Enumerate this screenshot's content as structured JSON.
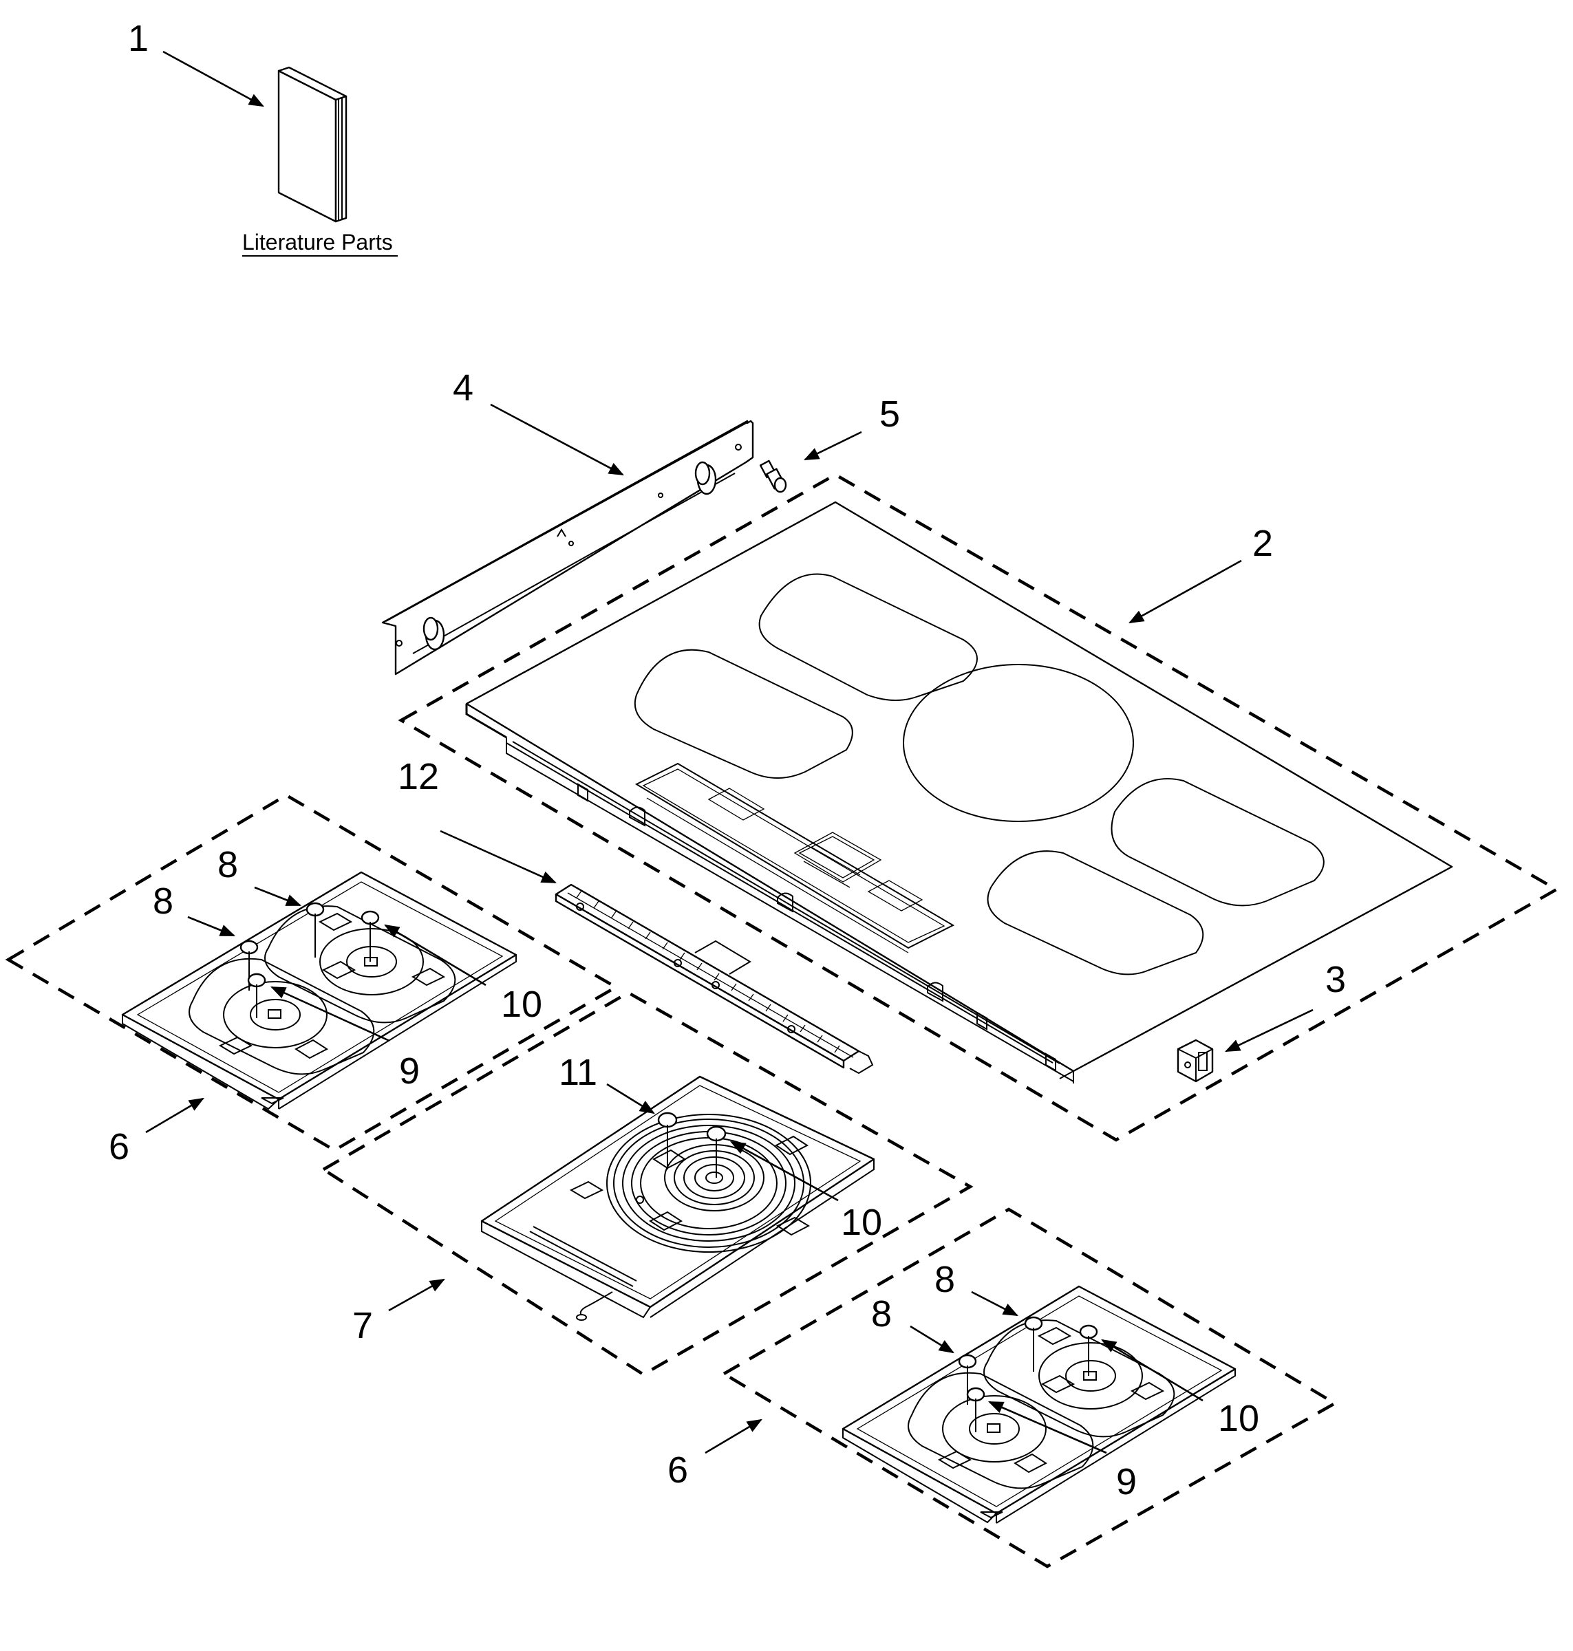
{
  "diagram": {
    "caption": "Literature Parts",
    "callouts": {
      "c1": "1",
      "c2": "2",
      "c3": "3",
      "c4": "4",
      "c5": "5",
      "c6a": "6",
      "c6b": "6",
      "c7": "7",
      "c8a": "8",
      "c8b": "8",
      "c8c": "8",
      "c8d": "8",
      "c9a": "9",
      "c9b": "9",
      "c10a": "10",
      "c10b": "10",
      "c10c": "10",
      "c11": "11",
      "c12": "12"
    }
  }
}
